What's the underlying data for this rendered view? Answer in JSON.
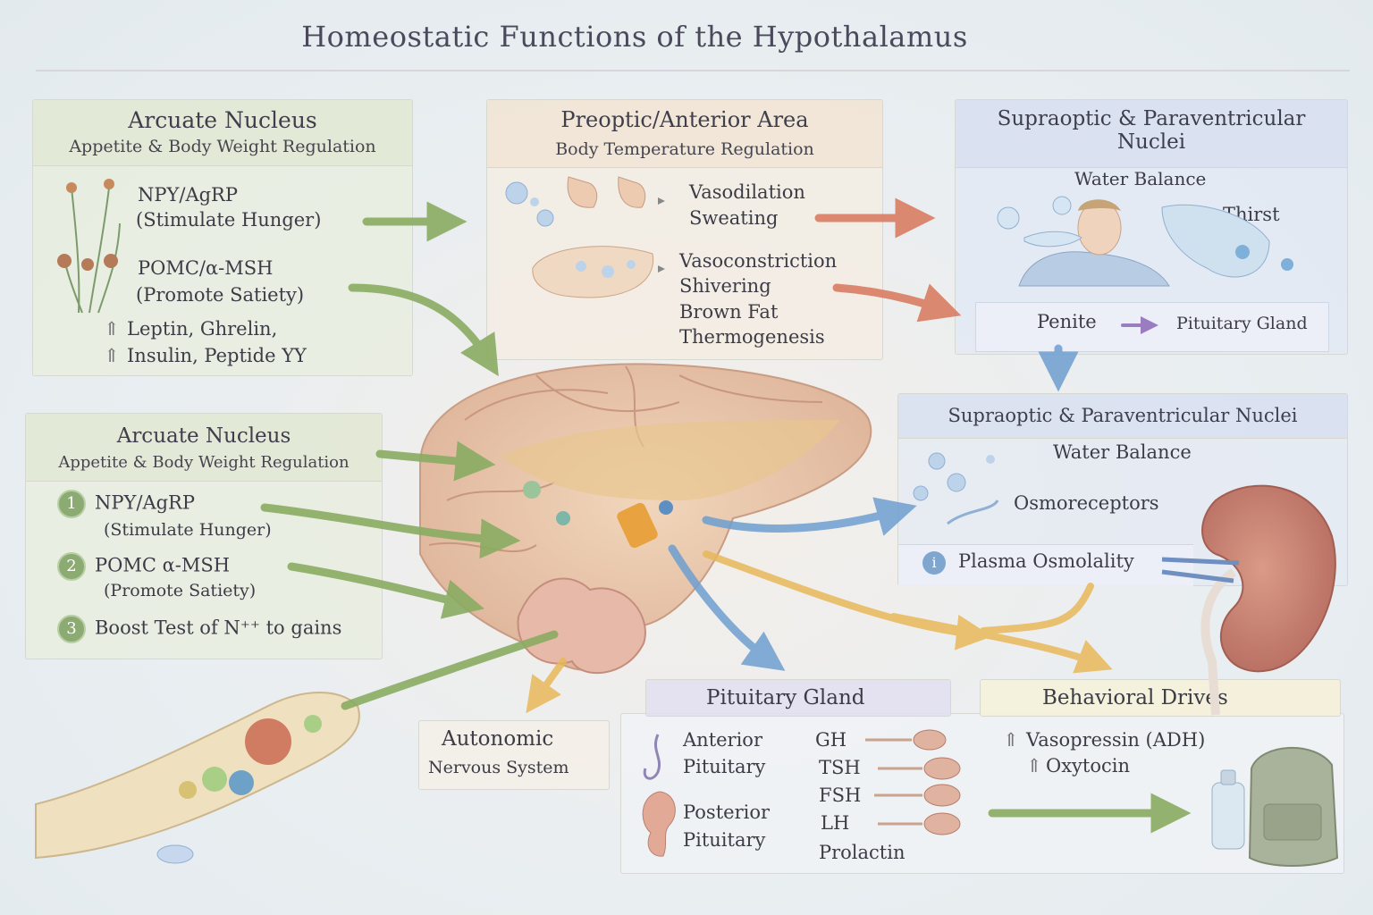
{
  "title": "Homeostatic Functions of the Hypothalamus",
  "arcuate_top": {
    "title": "Arcuate Nucleus",
    "subtitle": "Appetite & Body Weight Regulation",
    "npy": "NPY/AgRP",
    "npy_sub": "(Stimulate Hunger)",
    "pomc": "POMC/α-MSH",
    "pomc_sub": "(Promote Satiety)",
    "hormones_1": "Leptin, Ghrelin,",
    "hormones_2": "Insulin, Peptide YY"
  },
  "preoptic": {
    "title": "Preoptic/Anterior Area",
    "subtitle": "Body Temperature Regulation",
    "heat_1": "Vasodilation",
    "heat_2": "Sweating",
    "cold_1": "Vasoconstriction",
    "cold_2": "Shivering",
    "cold_3": "Brown Fat",
    "cold_4": "Thermogenesis"
  },
  "supraoptic_top": {
    "title_1": "Supraoptic & Paraventricular",
    "title_2": "Nuclei",
    "subtitle": "Water Balance",
    "thirst": "Thirst",
    "penite": "Penite",
    "pituitary": "Pituitary Gland"
  },
  "arcuate_bottom": {
    "title": "Arcuate Nucleus",
    "subtitle": "Appetite & Body Weight Regulation",
    "items": [
      {
        "num": "1",
        "label": "NPY/AgRP",
        "sub": "(Stimulate Hunger)"
      },
      {
        "num": "2",
        "label": "POMC α-MSH",
        "sub": "(Promote Satiety)"
      },
      {
        "num": "3",
        "label": "Boost Test of N⁺⁺ to gains",
        "sub": ""
      }
    ]
  },
  "supraoptic_mid": {
    "title": "Supraoptic & Paraventricular Nuclei",
    "subtitle": "Water Balance",
    "osmo": "Osmoreceptors",
    "plasma": "Plasma Osmolality"
  },
  "autonomic": {
    "line_1": "Autonomic",
    "line_2": "Nervous System"
  },
  "pituitary": {
    "title": "Pituitary Gland",
    "anterior_1": "Anterior",
    "anterior_2": "Pituitary",
    "posterior_1": "Posterior",
    "posterior_2": "Pituitary",
    "hormones": [
      "GH",
      "TSH",
      "FSH",
      "LH",
      "Prolactin"
    ]
  },
  "behavioral": {
    "title": "Behavioral Drives",
    "vasopressin": "Vasopressin (ADH)",
    "oxytocin": "Oxytocin"
  },
  "colors": {
    "green_arrow": "#8aac62",
    "red_arrow": "#d9775c",
    "blue_arrow": "#6e9fd0",
    "yellow_arrow": "#e8b85a",
    "purple_arrow": "#9a7cc0"
  }
}
